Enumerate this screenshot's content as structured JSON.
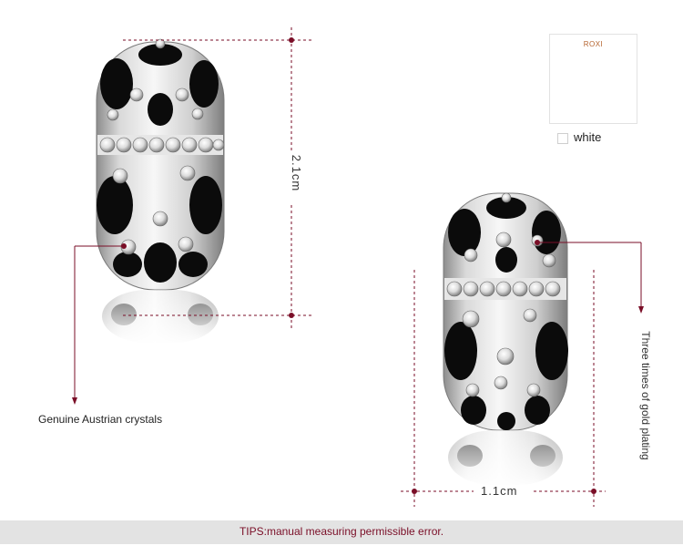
{
  "dimensions": {
    "height_label": "2.1cm",
    "width_label": "1.1cm"
  },
  "callouts": {
    "crystals": "Genuine Austrian crystals",
    "plating": "Three times of gold plating"
  },
  "thumbnail": {
    "brand": "ROXI",
    "color_option": "white"
  },
  "tips": {
    "label": "TIPS:",
    "text": "manual measuring permissible error."
  },
  "colors": {
    "guide_line": "#7a0e27",
    "metal_light": "#f2f2f2",
    "metal_dark": "#9a9a9a",
    "enamel": "#0b0b0b",
    "tips_bar": "#e3e3e3"
  }
}
